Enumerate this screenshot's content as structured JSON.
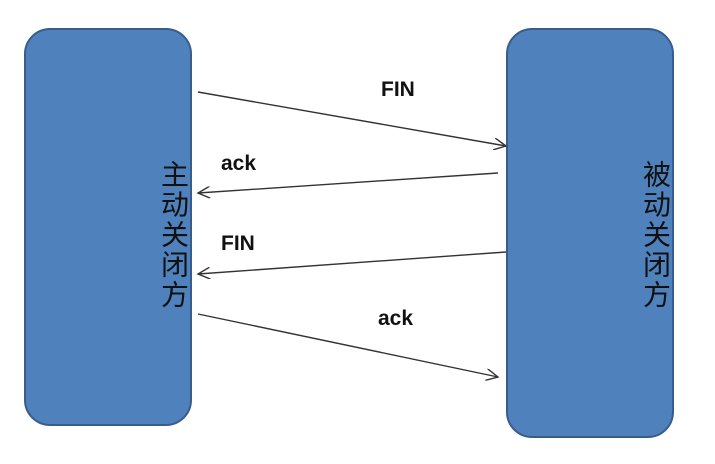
{
  "left_party": {
    "label": "主动关闭方"
  },
  "right_party": {
    "label": "被动关闭方"
  },
  "messages": [
    {
      "label": "FIN",
      "direction": "left-to-right"
    },
    {
      "label": "ack",
      "direction": "right-to-left"
    },
    {
      "label": "FIN",
      "direction": "right-to-left"
    },
    {
      "label": "ack",
      "direction": "left-to-right"
    }
  ],
  "colors": {
    "box_fill": "#4f81bd",
    "box_border": "#385d8a",
    "arrow": "#333333"
  }
}
